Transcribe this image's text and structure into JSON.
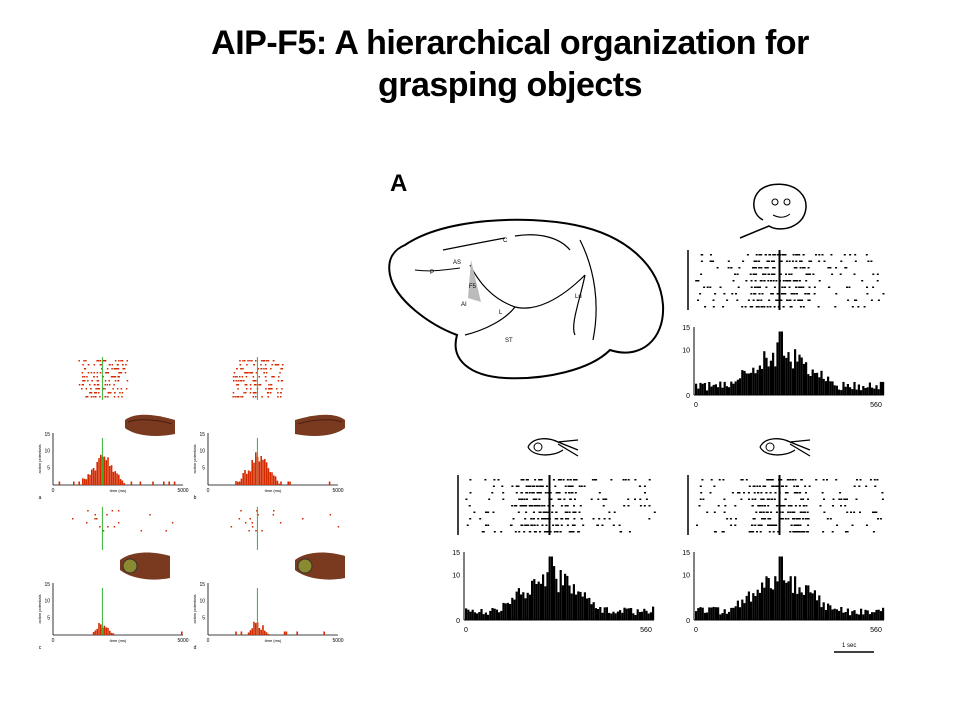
{
  "slide": {
    "title_line1": "AIP-F5: A hierarchical organization for",
    "title_line2": "grasping objects",
    "panel_letter": "A"
  },
  "brain": {
    "labels": [
      "C",
      "AS",
      "P",
      "F5",
      "AI",
      "L",
      "Lu",
      "ST"
    ]
  },
  "right_histograms": {
    "y_top": "15",
    "y_mid": "10",
    "y_zero": "0",
    "x_start": "0",
    "x_end": "560",
    "scale_bar": "1 sec"
  },
  "left_histograms": {
    "panels": [
      {
        "letter": "a",
        "ylabel": "action potentials",
        "xlabel": "time (ms)",
        "x_start": "0",
        "x_end": "5000",
        "y_top": "15",
        "y_mid": "10",
        "y_mid2": "5"
      },
      {
        "letter": "b",
        "ylabel": "action potentials",
        "xlabel": "time (ms)",
        "x_start": "0",
        "x_end": "5000",
        "y_top": "15",
        "y_mid": "10",
        "y_mid2": "5"
      },
      {
        "letter": "c",
        "ylabel": "action potentials",
        "xlabel": "time (ms)",
        "x_start": "0",
        "x_end": "5000",
        "y_top": "15",
        "y_mid": "10",
        "y_mid2": "5"
      },
      {
        "letter": "d",
        "ylabel": "action potentials",
        "xlabel": "time (ms)",
        "x_start": "0",
        "x_end": "5000",
        "y_top": "15",
        "y_mid": "10",
        "y_mid2": "5"
      }
    ]
  },
  "colors": {
    "raster_red": "#d42a00",
    "marker_green": "#33b233",
    "hand_brown": "#7a3a20",
    "brain_gray": "#bbbbbb"
  }
}
